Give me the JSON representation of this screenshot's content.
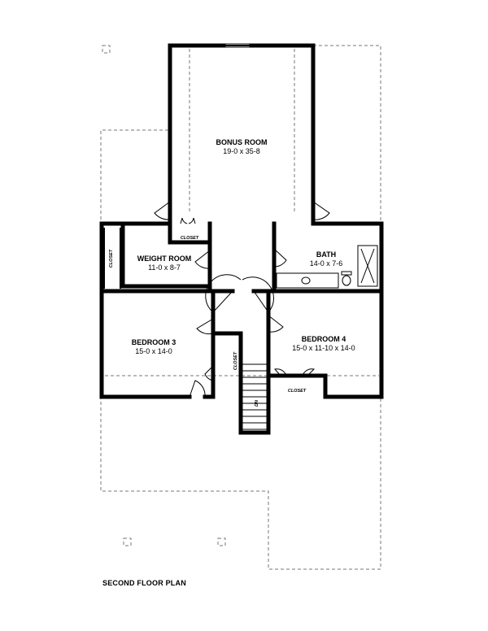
{
  "plan_title": "SECOND FLOOR PLAN",
  "rooms": {
    "bonus": {
      "name": "BONUS ROOM",
      "dims": "19-0 x 35-8"
    },
    "weight": {
      "name": "WEIGHT ROOM",
      "dims": "11-0 x 8-7"
    },
    "bath": {
      "name": "BATH",
      "dims": "14-0 x 7-6"
    },
    "bed3": {
      "name": "BEDROOM 3",
      "dims": "15-0 x 14-0"
    },
    "bed4": {
      "name": "BEDROOM 4",
      "dims": "15-0 x 11-10 x 14-0"
    }
  },
  "labels": {
    "closet_top": "CLOSET",
    "closet_weight": "CLOSET",
    "closet_hall": "CLOSET",
    "closet_bed4": "CLOSET",
    "stair": "DN"
  }
}
